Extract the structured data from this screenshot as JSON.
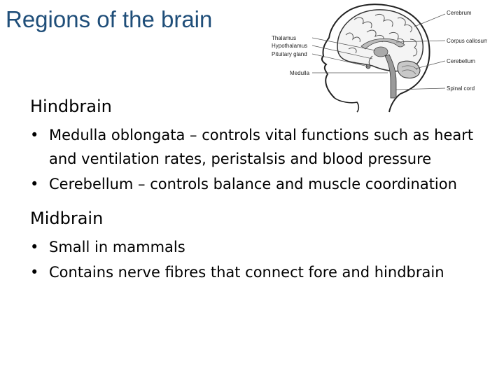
{
  "slide": {
    "title": "Regions of the brain"
  },
  "diagram": {
    "labels": {
      "cerebrum": "Cerebrum",
      "corpus_callosum": "Corpus callosum",
      "thalamus": "Thalamus",
      "hypothalamus": "Hypothalamus",
      "pituitary_gland": "Pituitary gland",
      "cerebellum": "Cerebellum",
      "medulla": "Medulla",
      "spinal_cord": "Spinal cord"
    }
  },
  "content": {
    "sections": [
      {
        "heading": "Hindbrain",
        "bullets": [
          "Medulla oblongata – controls vital functions such as heart and ventilation rates, peristalsis and blood pressure",
          "Cerebellum – controls balance and muscle coordination"
        ]
      },
      {
        "heading": "Midbrain",
        "bullets": [
          "Small in mammals",
          "Contains nerve fibres that connect fore and hindbrain"
        ]
      }
    ],
    "bullet_glyph": "•"
  }
}
